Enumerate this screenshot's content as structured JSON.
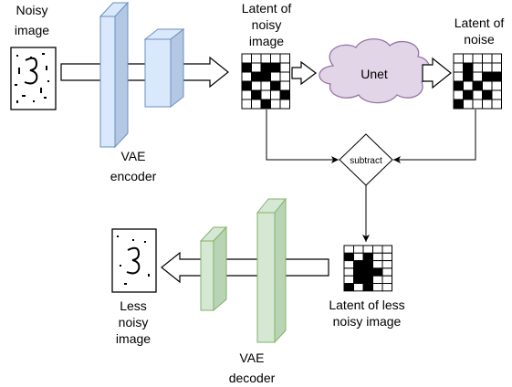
{
  "labels": {
    "noisy_image": [
      "Noisy",
      "image"
    ],
    "vae_encoder": [
      "VAE",
      "encoder"
    ],
    "latent_noisy": [
      "Latent of",
      "noisy",
      "image"
    ],
    "unet": "Unet",
    "latent_noise": [
      "Latent of",
      "noise"
    ],
    "subtract": "subtract",
    "latent_less_noisy": [
      "Latent of less",
      "noisy image"
    ],
    "vae_decoder": [
      "VAE",
      "decoder"
    ],
    "less_noisy_image": [
      "Less",
      "noisy",
      "image"
    ]
  },
  "grids": {
    "latent_noisy": [
      [
        0,
        0,
        0,
        0,
        0
      ],
      [
        1,
        0,
        1,
        1,
        0
      ],
      [
        0,
        1,
        1,
        0,
        0
      ],
      [
        1,
        0,
        0,
        1,
        0
      ],
      [
        0,
        1,
        0,
        0,
        1
      ],
      [
        0,
        0,
        1,
        0,
        0
      ]
    ],
    "latent_noise": [
      [
        0,
        0,
        0,
        0,
        0
      ],
      [
        0,
        1,
        0,
        0,
        0
      ],
      [
        0,
        1,
        0,
        1,
        1
      ],
      [
        1,
        0,
        1,
        0,
        0
      ],
      [
        0,
        1,
        0,
        1,
        0
      ],
      [
        1,
        0,
        0,
        0,
        0
      ]
    ],
    "latent_less": [
      [
        0,
        0,
        0,
        0,
        0
      ],
      [
        1,
        0,
        1,
        0,
        0
      ],
      [
        0,
        1,
        1,
        0,
        0
      ],
      [
        0,
        1,
        1,
        1,
        0
      ],
      [
        0,
        1,
        1,
        0,
        0
      ],
      [
        1,
        0,
        1,
        0,
        0
      ]
    ]
  },
  "colors": {
    "encoder_fill": "#dae8fc",
    "encoder_stroke": "#6c8ebf",
    "decoder_fill": "#d5e8d4",
    "decoder_stroke": "#82b366",
    "unet_fill": "#e1d5e7",
    "unet_stroke": "#9673a6"
  }
}
